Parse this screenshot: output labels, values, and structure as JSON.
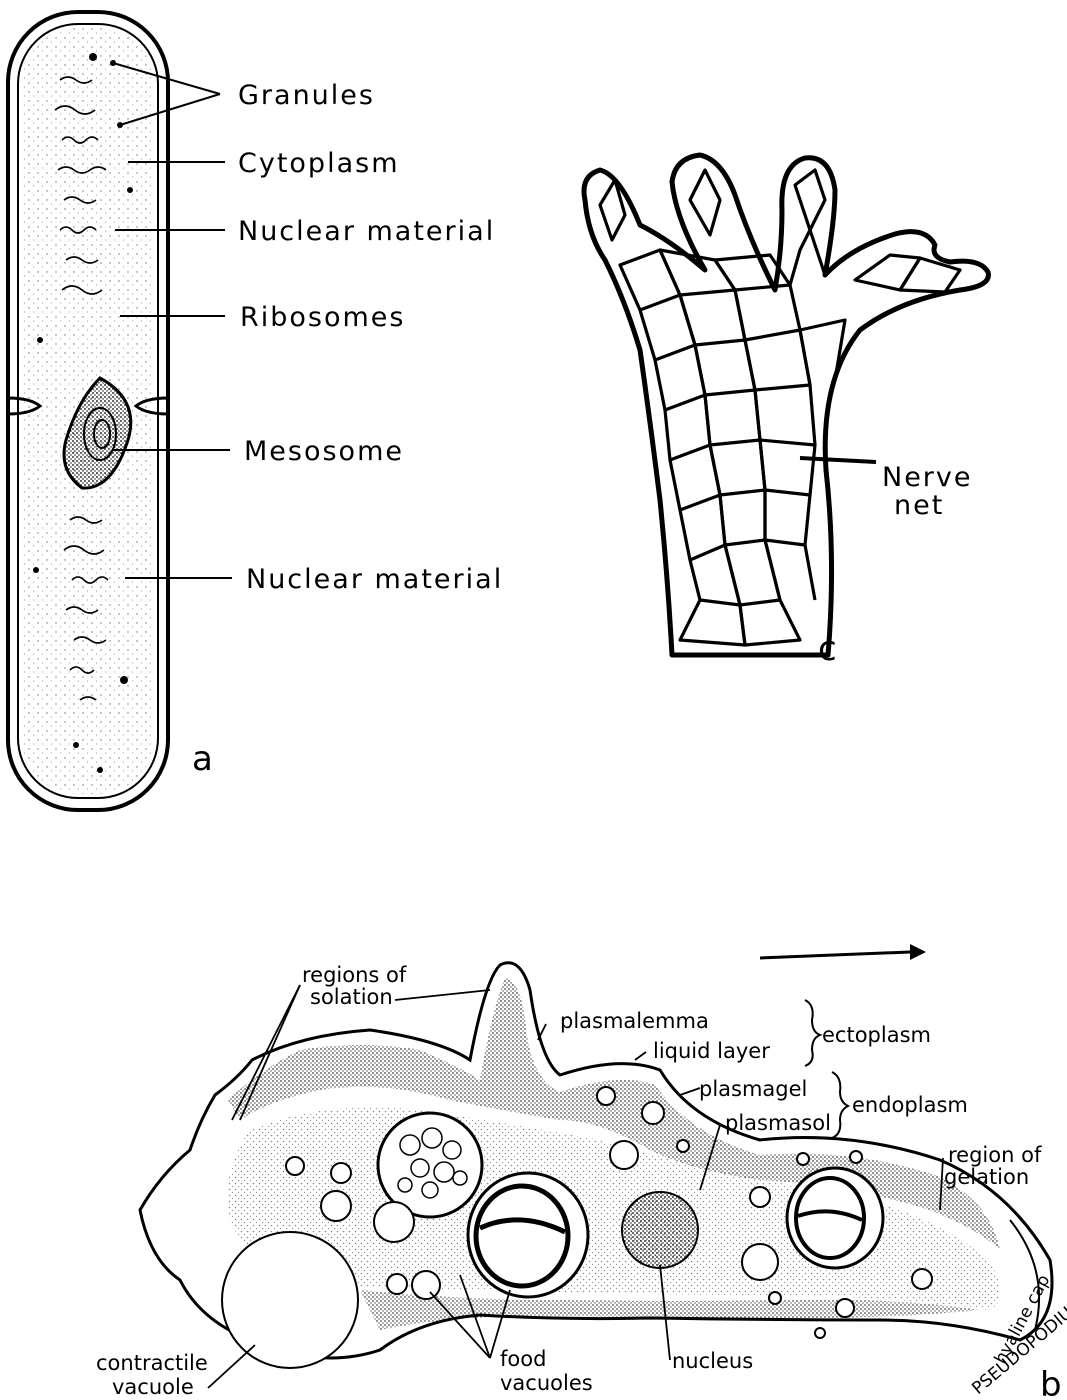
{
  "panel_a": {
    "letter": "a",
    "labels": {
      "granules": "Granules",
      "cytoplasm": "Cytoplasm",
      "nuclear_material_top": "Nuclear material",
      "ribosomes": "Ribosomes",
      "mesosome": "Mesosome",
      "nuclear_material_bottom": "Nuclear material"
    }
  },
  "panel_c": {
    "letter": "c",
    "labels": {
      "nerve": "Nerve",
      "net": "net"
    }
  },
  "panel_b": {
    "letter": "b",
    "labels": {
      "regions_of": "regions of",
      "solation": "solation",
      "plasmalemma": "plasmalemma",
      "liquid_layer": "liquid layer",
      "ectoplasm": "ectoplasm",
      "plasmagel": "plasmagel",
      "endoplasm": "endoplasm",
      "plasmasol": "plasmasol",
      "region_of": "region of",
      "gelation": "gelation",
      "hyaline_cap": "hyaline cap",
      "pseudopodium": "PSEUDOPODIUM",
      "contractile": "contractile",
      "vacuole": "vacuole",
      "food": "food",
      "vacuoles": "vacuoles",
      "nucleus": "nucleus"
    }
  }
}
